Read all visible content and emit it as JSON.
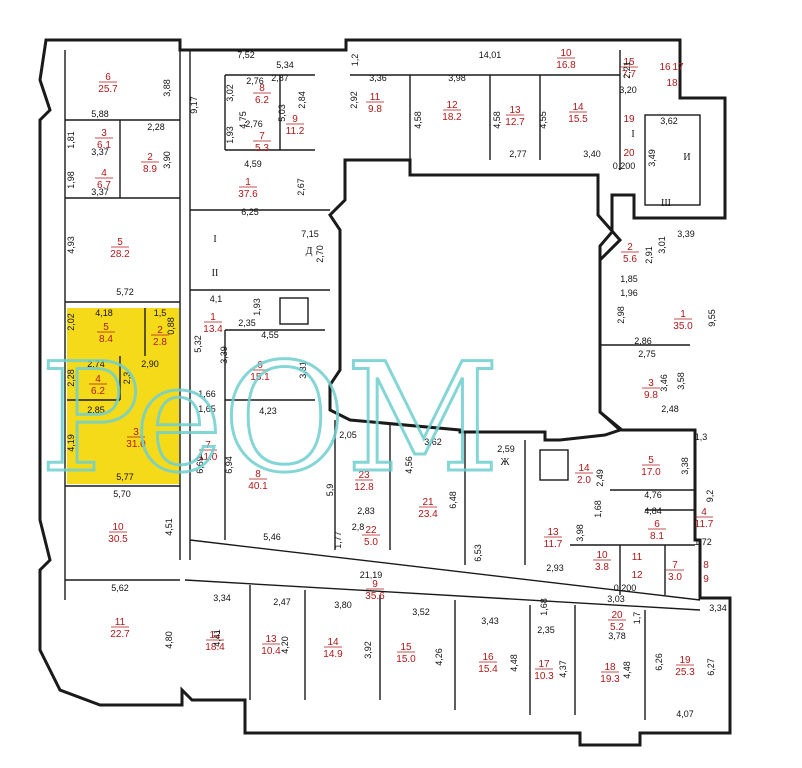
{
  "colors": {
    "highlight": "#f5da1a",
    "label": "#b01818",
    "wall": "#1a1a1a",
    "watermark": "#6fd0cf"
  },
  "watermark": {
    "text": "PeOM"
  },
  "rooms": [
    {
      "id": "w6",
      "num": "6",
      "area": "25.7"
    },
    {
      "id": "w3",
      "num": "3",
      "area": "6.1"
    },
    {
      "id": "w2",
      "num": "2",
      "area": "8.9"
    },
    {
      "id": "w4",
      "num": "4",
      "area": "6.7"
    },
    {
      "id": "w5",
      "num": "5",
      "area": "28.2"
    },
    {
      "id": "y5",
      "num": "5",
      "area": "8.4"
    },
    {
      "id": "y2",
      "num": "2",
      "area": "2.8"
    },
    {
      "id": "y4",
      "num": "4",
      "area": "6.2"
    },
    {
      "id": "y3",
      "num": "3",
      "area": "31.0"
    },
    {
      "id": "w10",
      "num": "10",
      "area": "30.5"
    },
    {
      "id": "w11",
      "num": "11",
      "area": "22.7"
    },
    {
      "id": "c8",
      "num": "8",
      "area": "6.2"
    },
    {
      "id": "c7",
      "num": "7",
      "area": "5.3"
    },
    {
      "id": "c9",
      "num": "9",
      "area": "11.2"
    },
    {
      "id": "c1",
      "num": "1",
      "area": "37.6"
    },
    {
      "id": "n11",
      "num": "11",
      "area": "9.8"
    },
    {
      "id": "n12",
      "num": "12",
      "area": "18.2"
    },
    {
      "id": "n13",
      "num": "13",
      "area": "12.7"
    },
    {
      "id": "n14",
      "num": "14",
      "area": "15.5"
    },
    {
      "id": "n10",
      "num": "10",
      "area": "16.8"
    },
    {
      "id": "n15",
      "num": "15",
      "area": "7.7"
    },
    {
      "id": "n16",
      "num": "16",
      "area": ""
    },
    {
      "id": "n17",
      "num": "17",
      "area": ""
    },
    {
      "id": "n18",
      "num": "18",
      "area": ""
    },
    {
      "id": "n19",
      "num": "19",
      "area": ""
    },
    {
      "id": "n20",
      "num": "20",
      "area": ""
    },
    {
      "id": "m1",
      "num": "1",
      "area": "13.4"
    },
    {
      "id": "m6",
      "num": "6",
      "area": "15.1"
    },
    {
      "id": "m7",
      "num": "7",
      "area": "11.0"
    },
    {
      "id": "m8",
      "num": "8",
      "area": "40.1"
    },
    {
      "id": "m23",
      "num": "23",
      "area": "12.8"
    },
    {
      "id": "m22",
      "num": "22",
      "area": "5.0"
    },
    {
      "id": "m21",
      "num": "21",
      "area": "23.4"
    },
    {
      "id": "e2",
      "num": "2",
      "area": "5.6"
    },
    {
      "id": "e1",
      "num": "1",
      "area": "35.0"
    },
    {
      "id": "e3",
      "num": "3",
      "area": "9.8"
    },
    {
      "id": "e5",
      "num": "5",
      "area": "17.0"
    },
    {
      "id": "e14",
      "num": "14",
      "area": "2.0"
    },
    {
      "id": "e4",
      "num": "4",
      "area": "11.7"
    },
    {
      "id": "e6",
      "num": "6",
      "area": "8.1"
    },
    {
      "id": "e13",
      "num": "13",
      "area": "11.7"
    },
    {
      "id": "e10",
      "num": "10",
      "area": "3.8"
    },
    {
      "id": "e11",
      "num": "11",
      "area": ""
    },
    {
      "id": "e12",
      "num": "12",
      "area": ""
    },
    {
      "id": "e7",
      "num": "7",
      "area": "3.0"
    },
    {
      "id": "e8",
      "num": "8",
      "area": ""
    },
    {
      "id": "e9",
      "num": "9",
      "area": ""
    },
    {
      "id": "s9",
      "num": "9",
      "area": "35.6"
    },
    {
      "id": "s12",
      "num": "12",
      "area": "18.4"
    },
    {
      "id": "s13",
      "num": "13",
      "area": "10.4"
    },
    {
      "id": "s14",
      "num": "14",
      "area": "14.9"
    },
    {
      "id": "s15",
      "num": "15",
      "area": "15.0"
    },
    {
      "id": "s16",
      "num": "16",
      "area": "15.4"
    },
    {
      "id": "s17",
      "num": "17",
      "area": "10.3"
    },
    {
      "id": "s18",
      "num": "18",
      "area": "19.3"
    },
    {
      "id": "s19",
      "num": "19",
      "area": "25.3"
    },
    {
      "id": "s20",
      "num": "20",
      "area": "5.2"
    }
  ],
  "dimensions": [
    "3,88",
    "5,88",
    "1,81",
    "3,37",
    "2,28",
    "3,90",
    "1,98",
    "3,37",
    "4,93",
    "5,72",
    "4,18",
    "1,5",
    "2,02",
    "0,88",
    "2,74",
    "2,90",
    "2,28",
    "2,3",
    "2,85",
    "4,19",
    "5,77",
    "5,70",
    "4,51",
    "5,62",
    "4,80",
    "7,52",
    "5,34",
    "2,87",
    "1,2",
    "9,17",
    "3,02",
    "2,76",
    "4,75",
    "2,76",
    "1,93",
    "5,03",
    "2,84",
    "4,59",
    "2,67",
    "6,25",
    "14,01",
    "3,36",
    "3,98",
    "2,21",
    "2,92",
    "4,58",
    "4,58",
    "4,55",
    "2,77",
    "3,40",
    "3,20",
    "3,62",
    "3,49",
    "0,200",
    "7,15",
    "2,70",
    "4,1",
    "1,93",
    "2,35",
    "4,55",
    "5,32",
    "3,39",
    "3,31",
    "1,66",
    "1,65",
    "4,23",
    "6,69",
    "6,94",
    "2,05",
    "3,62",
    "4,56",
    "5,9",
    "2,83",
    "2,8",
    "1,77",
    "6,48",
    "2,59",
    "6,53",
    "5,46",
    "3,39",
    "2,91",
    "3,01",
    "1,85",
    "1,96",
    "2,98",
    "2,86",
    "9,55",
    "2,75",
    "3,46",
    "3,58",
    "2,48",
    "1,3",
    "3,38",
    "9,2",
    "2,49",
    "4,76",
    "4,84",
    "1,68",
    "3,98",
    "1,72",
    "2,93",
    "0,200",
    "21,19",
    "3,34",
    "2,47",
    "3,80",
    "3,52",
    "3,43",
    "1,68",
    "3,03",
    "3,34",
    "2,35",
    "3,78",
    "1,7",
    "4,41",
    "4,20",
    "3,92",
    "4,26",
    "4,48",
    "4,37",
    "4,48",
    "6,26",
    "6,27",
    "4,07"
  ],
  "roman_labels": [
    "I",
    "II",
    "Д",
    "I",
    "И",
    "III",
    "Ж"
  ]
}
